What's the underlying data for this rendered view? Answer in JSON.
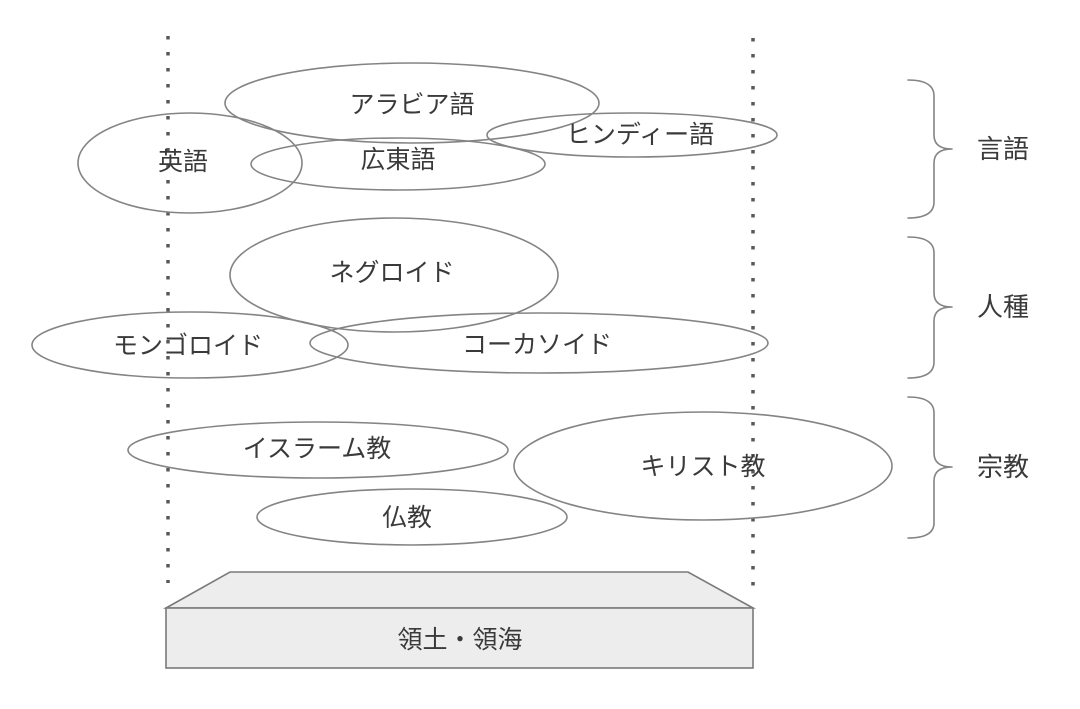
{
  "languages": {
    "arabic": "アラビア語",
    "hindi": "ヒンディー語",
    "english": "英語",
    "cantonese": "広東語"
  },
  "races": {
    "negroid": "ネグロイド",
    "mongoloid": "モンゴロイド",
    "caucasoid": "コーカソイド"
  },
  "religions": {
    "islam": "イスラーム教",
    "christianity": "キリスト教",
    "buddhism": "仏教"
  },
  "groups": {
    "language": "言語",
    "race": "人種",
    "religion": "宗教"
  },
  "base": {
    "label": "領土・領海"
  },
  "colors": {
    "ellipse_stroke": "#848484",
    "text": "#3a3a3a",
    "dotted_guide": "#595959",
    "base_fill": "#ededed",
    "base_stroke": "#7a7a7a",
    "background": "#ffffff"
  }
}
